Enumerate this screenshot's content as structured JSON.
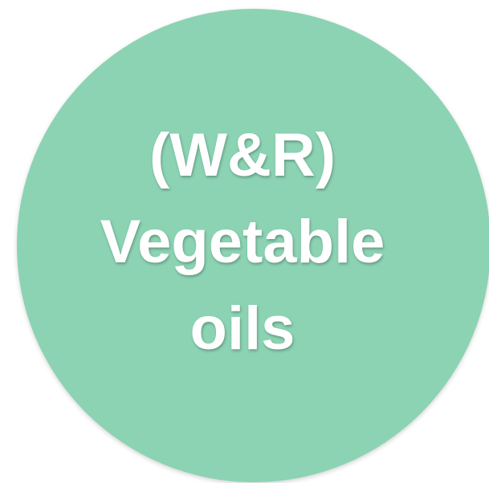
{
  "badge": {
    "fill_color": "#8bd3b3",
    "text_color": "#ffffff",
    "lines": [
      "(W&R)",
      "Vegetable",
      "oils"
    ]
  }
}
